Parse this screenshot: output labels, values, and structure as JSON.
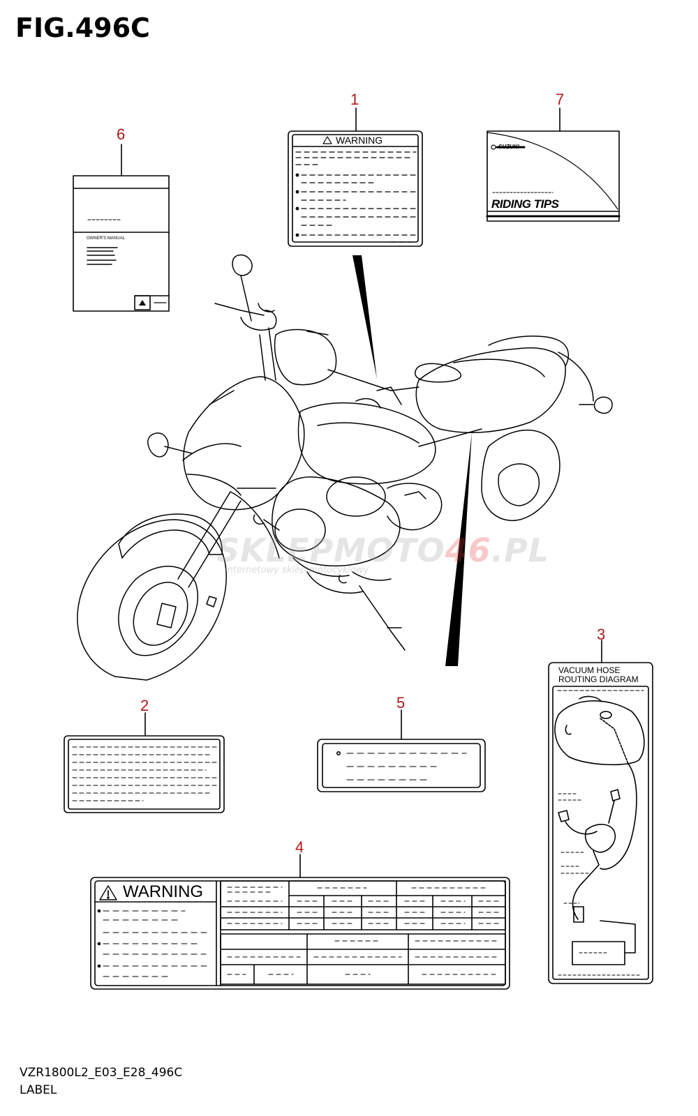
{
  "figure": {
    "title": "FIG.496C",
    "footer_code": "VZR1800L2_E03_E28_496C",
    "footer_name": "LABEL"
  },
  "callouts": [
    "1",
    "2",
    "3",
    "4",
    "5",
    "6",
    "7"
  ],
  "labels": {
    "warning_small": "WARNING",
    "warning_large": "WARNING",
    "owners_manual": "OWNER'S MANUAL",
    "riding_tips": "RIDING TIPS",
    "brand": "SUZUKI",
    "vacuum_line1": "VACUUM HOSE",
    "vacuum_line2": "ROUTING DIAGRAM"
  },
  "watermark": {
    "prefix": "SKLEPMOTO",
    "highlight": "46",
    "suffix": ".PL",
    "subtitle": "internetowy sklep motocyklowy"
  },
  "colors": {
    "callout": "#b01818",
    "line": "#000000"
  }
}
